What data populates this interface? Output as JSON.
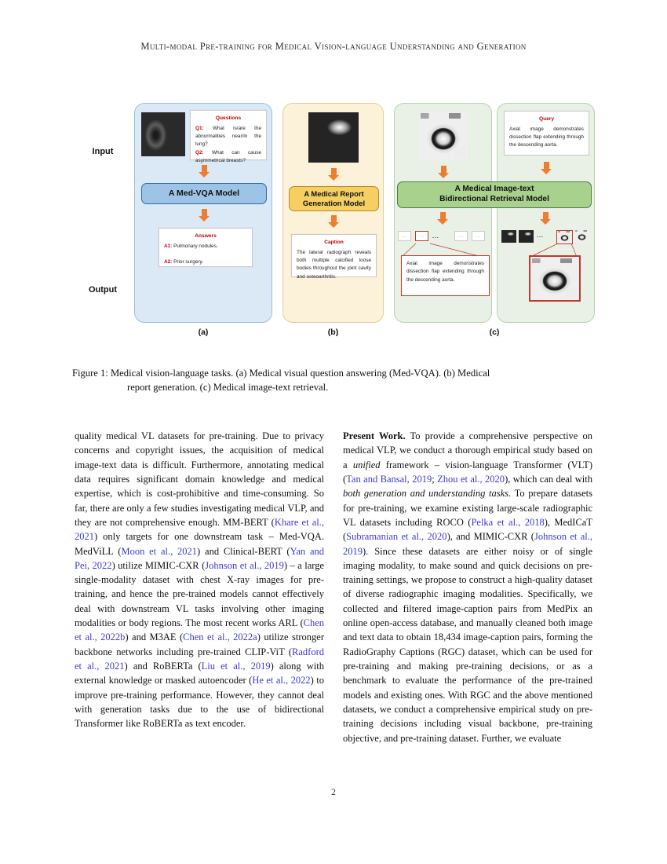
{
  "running_header": "Multi-modal Pre-training for Medical Vision-language Understanding and Generation",
  "page_number": "2",
  "figure": {
    "row_labels": {
      "input": "Input",
      "output": "Output"
    },
    "panel_letters": {
      "a": "(a)",
      "b": "(b)",
      "c": "(c)"
    },
    "panel_a": {
      "image_alt": "chest-xray",
      "question_box": {
        "title": "Questions",
        "q1_label": "Q1:",
        "q1_text": "What is/are the abnormalities near/in the lung?",
        "q2_label": "Q2:",
        "q2_text": "What can cause asymmetrical breasts?"
      },
      "model_label": "A Med-VQA Model",
      "answer_box": {
        "title": "Answers",
        "a1_label": "A1:",
        "a1_text": "Pulmonary nodules.",
        "a2_label": "A2:",
        "a2_text": "Prior surgery."
      }
    },
    "panel_b": {
      "image_alt": "knee-elbow-radiograph",
      "model_label_line1": "A Medical Report",
      "model_label_line2": "Generation Model",
      "caption_box": {
        "title": "Caption",
        "text": "The lateral radiograph reveals both multiple calcified loose bodies throughout the joint cavity and osteoarthritis."
      }
    },
    "panel_c": {
      "image_alt": "ct-chest-axial",
      "query_box": {
        "title": "Query",
        "text": "Axial image demonstrates dissection flap extending through the descending aorta."
      },
      "model_label_line1": "A Medical Image-text",
      "model_label_line2": "Bidirectional Retrieval Model",
      "retrieved_text_box": {
        "text": "Axial image demonstrates dissection flap extending through the descending aorta."
      },
      "candidate_placeholder": "...",
      "candidate_gap": "..."
    }
  },
  "caption": {
    "label": "Figure 1:",
    "line1": "Medical vision-language tasks. (a) Medical visual question answering (Med-VQA). (b) Medical",
    "line2": "report generation. (c) Medical image-text retrieval."
  },
  "body": {
    "left_column": {
      "part1": "quality medical VL datasets for pre-training. Due to privacy concerns and copyright issues, the acquisition of medical image-text data is difficult. Furthermore, annotating medical data requires significant domain knowledge and medical expertise, which is cost-prohibitive and time-consuming. So far, there are only a few studies investigating medical VLP, and they are not comprehensive enough. MM-BERT (",
      "cite1": "Khare et al., 2021",
      "part2": ") only targets for one downstream task – Med-VQA. MedViLL (",
      "cite2": "Moon et al., 2021",
      "part3": ") and Clinical-BERT (",
      "cite3": "Yan and Pei, 2022",
      "part4": ") utilize MIMIC-CXR (",
      "cite4": "Johnson et al., 2019",
      "part5": ") – a large single-modality dataset with chest X-ray images for pre-training, and hence the pre-trained models cannot effectively deal with downstream VL tasks involving other imaging modalities or body regions. The most recent works ARL (",
      "cite5": "Chen et al., 2022b",
      "part6": ") and M3AE (",
      "cite6": "Chen et al., 2022a",
      "part7": ") utilize stronger backbone networks including pre-trained CLIP-ViT (",
      "cite7": "Radford et al., 2021",
      "part8": ") and RoBERTa (",
      "cite8": "Liu et al., 2019",
      "part9": ") along with external knowledge or masked autoencoder (",
      "cite9": "He et al., 2022",
      "part10": ") to improve pre-training performance. However, they cannot deal with generation tasks due to the use of bidirectional Transformer like RoBERTa as text encoder."
    },
    "right_column": {
      "lead": "Present Work.",
      "part1": " To provide a comprehensive perspective on medical VLP, we conduct a thorough empirical study based on a ",
      "italic1": "unified",
      "part2": " framework – vision-language Transformer (VLT) (",
      "cite1": "Tan and Bansal, 2019",
      "semi": "; ",
      "cite2": "Zhou et al., 2020",
      "part3": "), which can deal with ",
      "italic2": "both generation and understanding tasks",
      "part4": ". To prepare datasets for pre-training, we examine existing large-scale radiographic VL datasets including ROCO (",
      "cite3": "Pelka et al., 2018",
      "part5": "), MedICaT (",
      "cite4": "Subramanian et al., 2020",
      "part6": "), and MIMIC-CXR (",
      "cite5": "Johnson et al., 2019",
      "part7": "). Since these datasets are either noisy or of single imaging modality, to make sound and quick decisions on pre-training settings, we propose to construct a high-quality dataset of diverse radiographic imaging modalities. Specifically, we collected and filtered image-caption pairs from MedPix an online open-access database, and manually cleaned both image and text data to obtain 18,434 image-caption pairs, forming the RadioGraphy Captions (RGC) dataset, which can be used for pre-training and making pre-training decisions, or as a benchmark to evaluate the performance of the pre-trained models and existing ones. With RGC and the above mentioned datasets, we conduct a comprehensive empirical study on pre-training decisions including visual backbone, pre-training objective, and pre-training dataset. Further, we evaluate"
    }
  },
  "colors": {
    "accent_orange": "#ed7d31",
    "model_blue": "#9dc3e6",
    "model_yellow": "#f5cf62",
    "model_green": "#a9d18e",
    "panel_blue_bg": "#dbe8f5",
    "panel_yellow_bg": "#fcf2d9",
    "panel_green_bg": "#e9f1e6",
    "citation_blue": "#3a3ad0",
    "heading_red": "#c00000",
    "highlight_red": "#c0392b"
  }
}
